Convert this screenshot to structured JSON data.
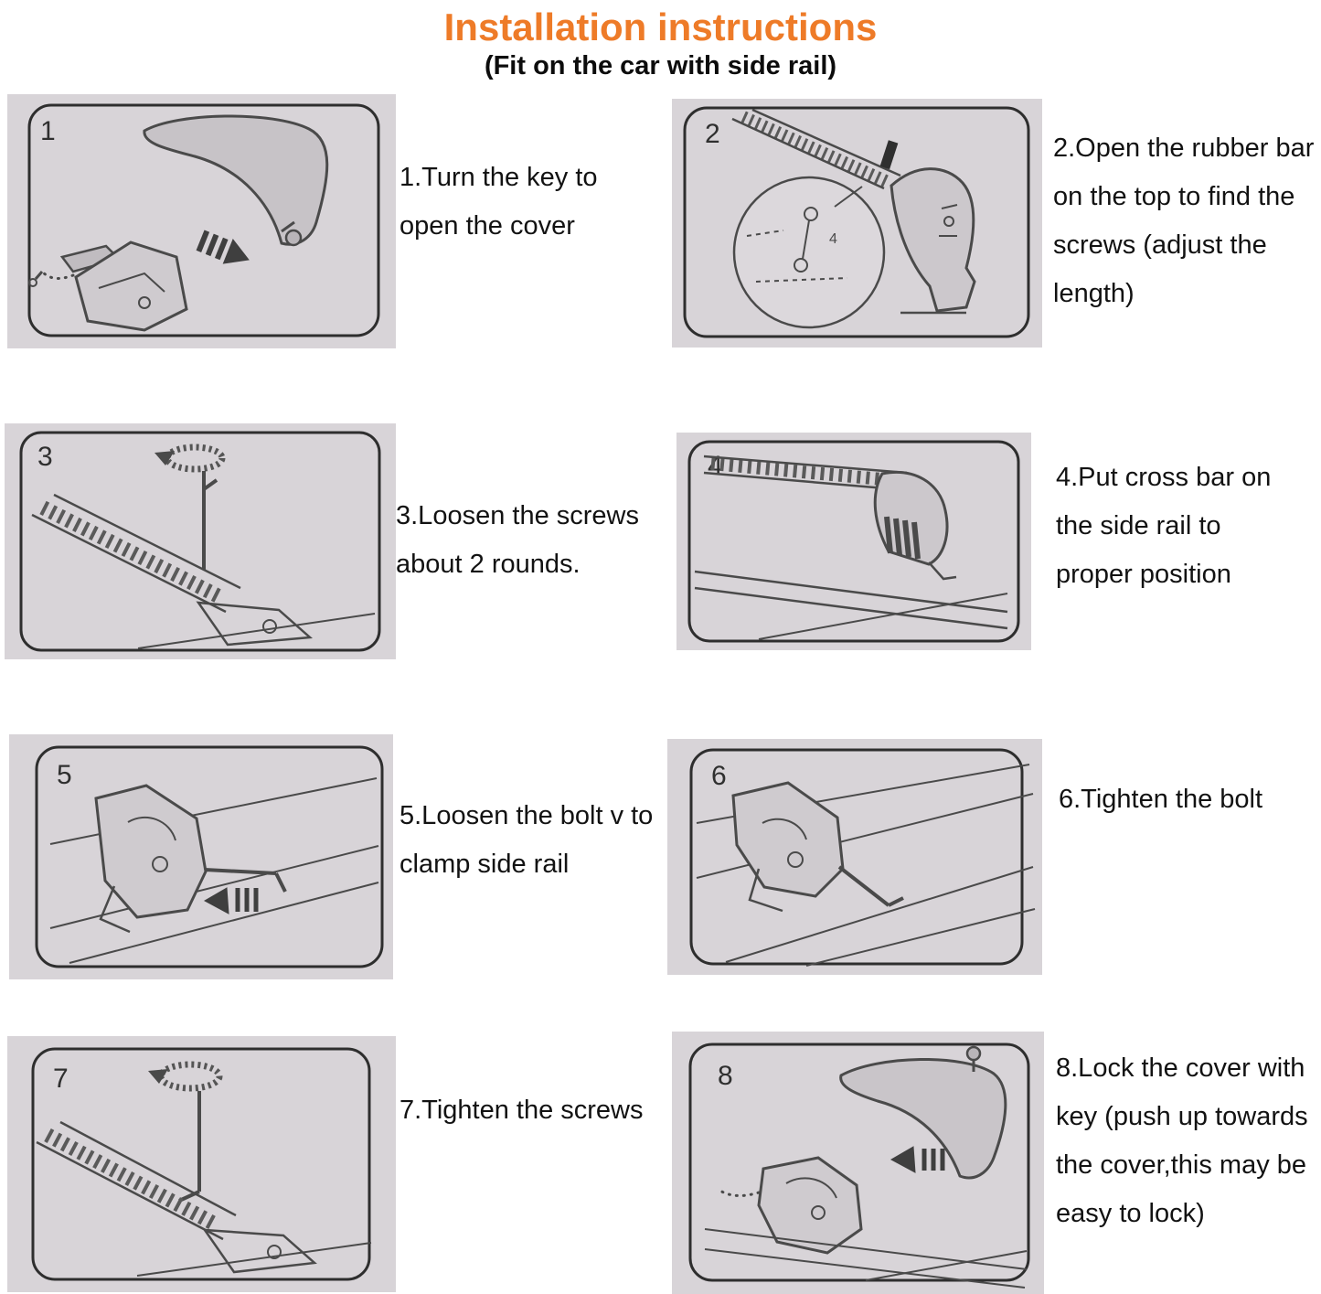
{
  "header": {
    "title": "Installation instructions",
    "subtitle": "(Fit on the car with side rail)"
  },
  "steps": [
    {
      "number": "1",
      "caption": "1.Turn the key to open the cover"
    },
    {
      "number": "2",
      "caption": "2.Open the rubber bar on the top to find the screws (adjust the length)"
    },
    {
      "number": "3",
      "caption": "3.Loosen the screws about 2 rounds."
    },
    {
      "number": "4",
      "caption": "4.Put cross bar on the side rail to proper position"
    },
    {
      "number": "5",
      "caption": "5.Loosen the bolt v to clamp side rail"
    },
    {
      "number": "6",
      "caption": "6.Tighten the bolt"
    },
    {
      "number": "7",
      "caption": "7.Tighten the screws"
    },
    {
      "number": "8",
      "caption": "8.Lock the cover with key (push up towards the cover,this may be easy to lock)"
    }
  ],
  "colors": {
    "title_accent": "#ee7b28",
    "panel_background": "#d8d4d8",
    "line_ink": "#4a4a4a",
    "text_ink": "#121212"
  }
}
